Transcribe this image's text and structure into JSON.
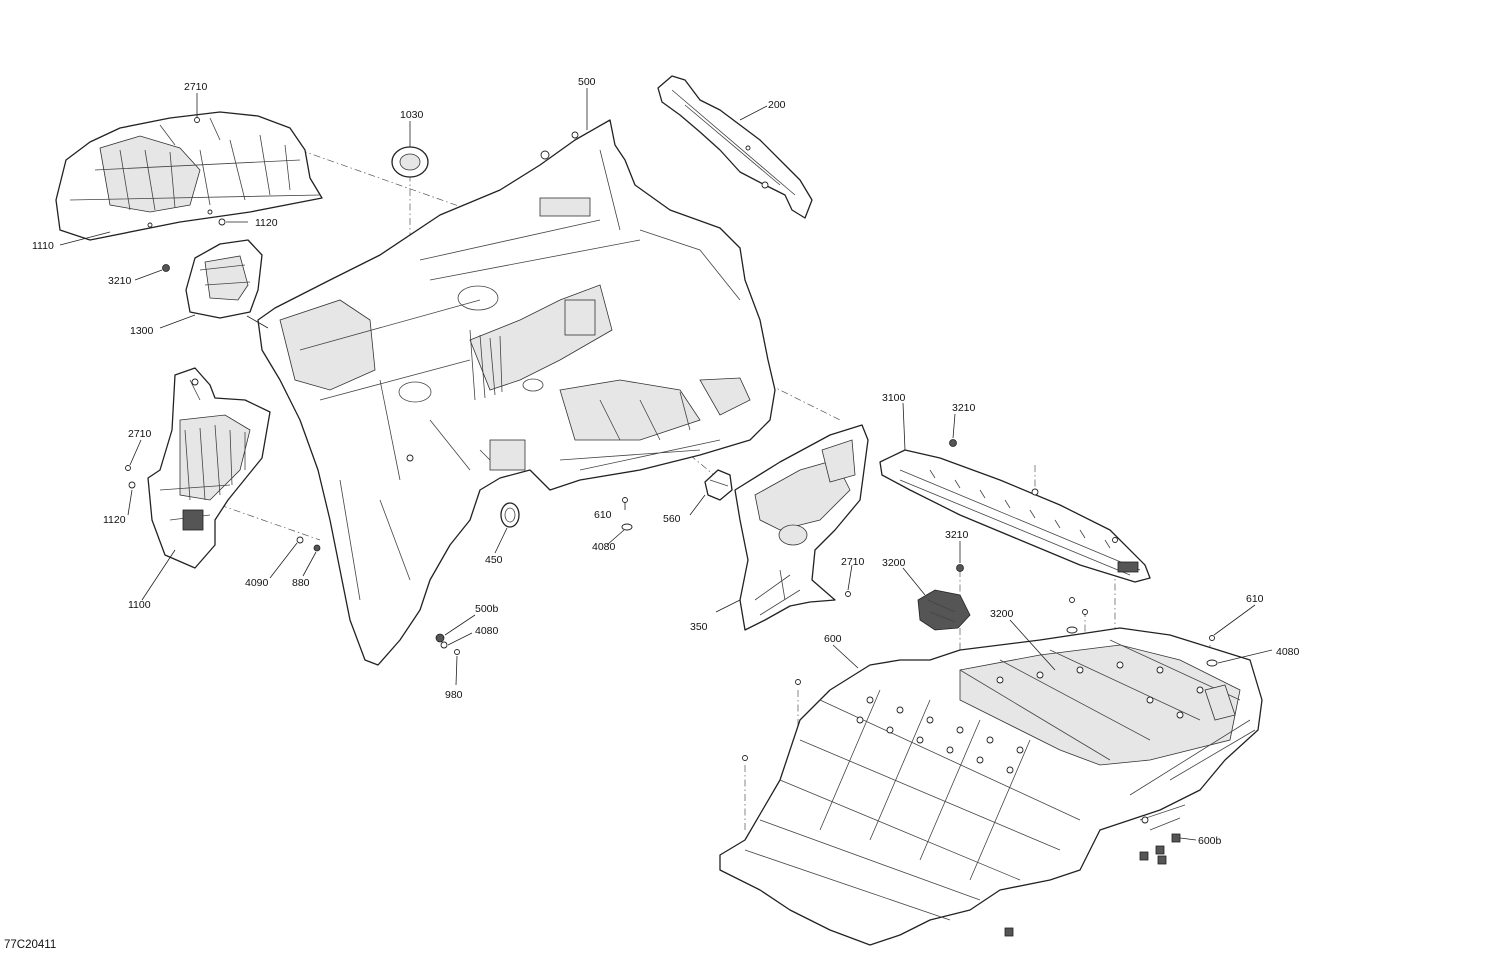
{
  "diagram": {
    "document_id": "77C20411",
    "callouts": [
      {
        "id": "c1",
        "text": "2710"
      },
      {
        "id": "c2",
        "text": "1030"
      },
      {
        "id": "c3",
        "text": "500"
      },
      {
        "id": "c4",
        "text": "200"
      },
      {
        "id": "c5",
        "text": "1120"
      },
      {
        "id": "c6",
        "text": "1110"
      },
      {
        "id": "c7",
        "text": "3210"
      },
      {
        "id": "c8",
        "text": "1300"
      },
      {
        "id": "c9",
        "text": "2710"
      },
      {
        "id": "c10",
        "text": "1120"
      },
      {
        "id": "c11",
        "text": "1100"
      },
      {
        "id": "c12",
        "text": "4090"
      },
      {
        "id": "c13",
        "text": "880"
      },
      {
        "id": "c14",
        "text": "450"
      },
      {
        "id": "c15",
        "text": "610"
      },
      {
        "id": "c16",
        "text": "4080"
      },
      {
        "id": "c17",
        "text": "560"
      },
      {
        "id": "c18",
        "text": "500b"
      },
      {
        "id": "c19",
        "text": "4080"
      },
      {
        "id": "c20",
        "text": "980"
      },
      {
        "id": "c21",
        "text": "3100"
      },
      {
        "id": "c22",
        "text": "3210"
      },
      {
        "id": "c23",
        "text": "3210"
      },
      {
        "id": "c24",
        "text": "3200"
      },
      {
        "id": "c25",
        "text": "2710"
      },
      {
        "id": "c26",
        "text": "350"
      },
      {
        "id": "c27",
        "text": "3200"
      },
      {
        "id": "c28",
        "text": "610"
      },
      {
        "id": "c29",
        "text": "600"
      },
      {
        "id": "c30",
        "text": "4080"
      },
      {
        "id": "c31",
        "text": "600b"
      }
    ]
  }
}
